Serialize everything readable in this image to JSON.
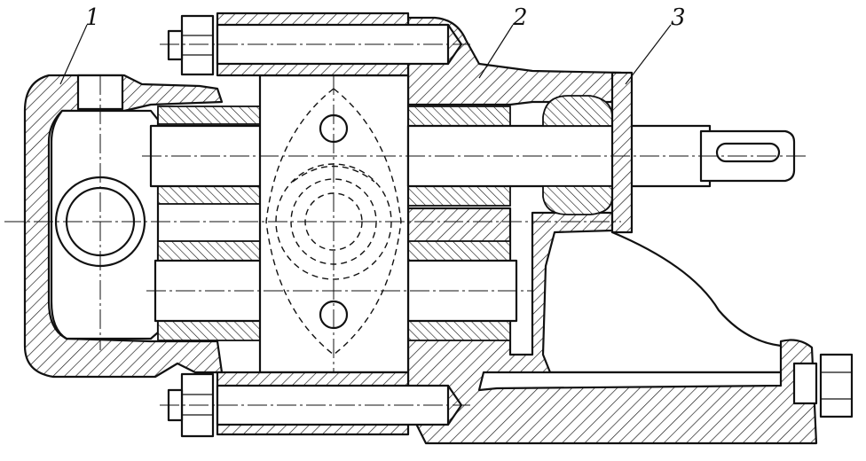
{
  "callouts": [
    {
      "id": "1",
      "label": "1"
    },
    {
      "id": "2",
      "label": "2"
    },
    {
      "id": "3",
      "label": "3"
    }
  ],
  "colors": {
    "ink": "#111111",
    "paper": "#ffffff"
  }
}
